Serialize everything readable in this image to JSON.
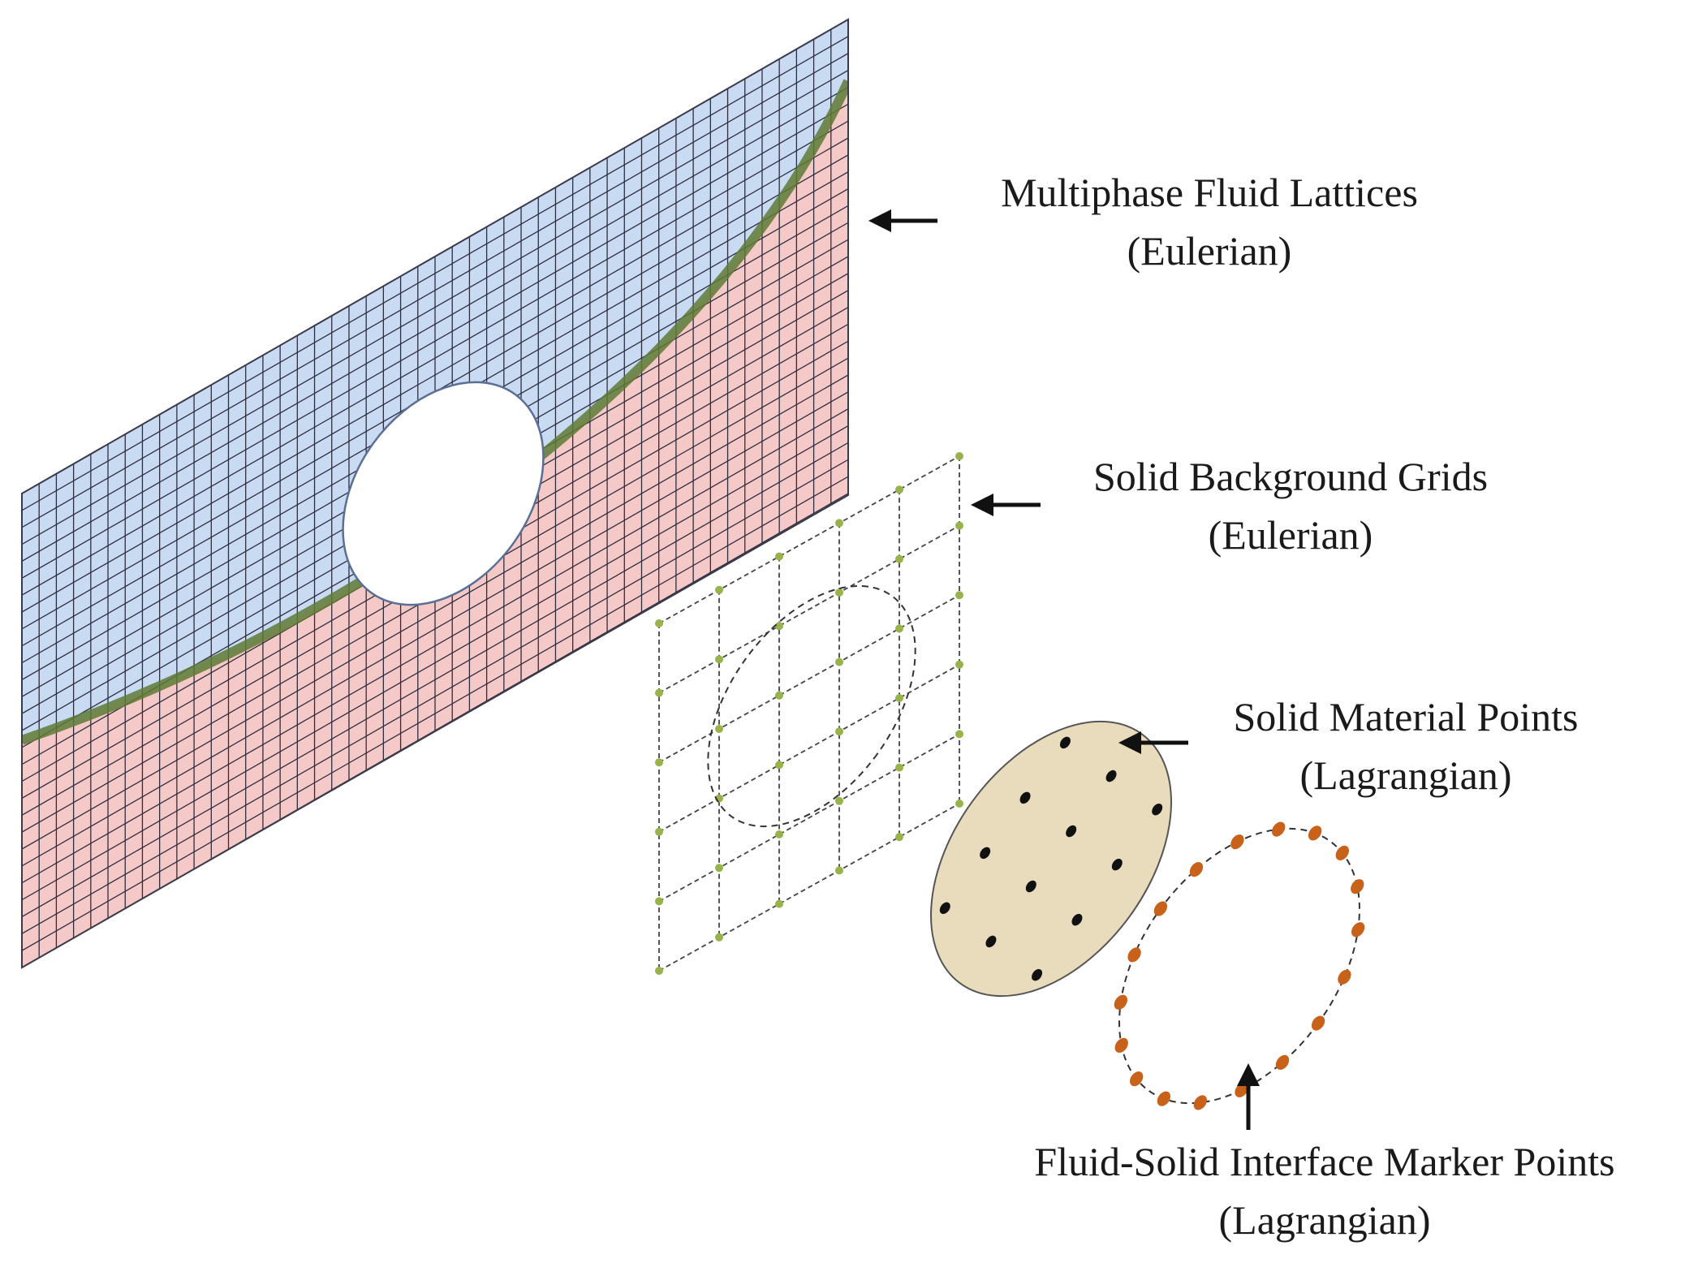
{
  "labels": {
    "fluid_title": "Multiphase Fluid Lattices",
    "fluid_sub": "(Eulerian)",
    "grid_title": "Solid Background Grids",
    "grid_sub": "(Eulerian)",
    "material_title": "Solid Material Points",
    "material_sub": "(Lagrangian)",
    "marker_title": "Fluid-Solid Interface Marker Points",
    "marker_sub": "(Lagrangian)"
  },
  "colors": {
    "gas_phase": "#c9daf3",
    "liquid_phase": "#f6c9c9",
    "phase_interface": "#5e7a34",
    "lattice_lines": "#2e2e3e",
    "grid_nodes": "#98b34a",
    "solid_body": "#e9dcbc",
    "material_points": "#111111",
    "marker_points": "#c8611a",
    "arrow": "#111111"
  },
  "icons": {
    "pointer": "left-arrow-icon",
    "marker_pointer": "up-arrow-icon"
  }
}
